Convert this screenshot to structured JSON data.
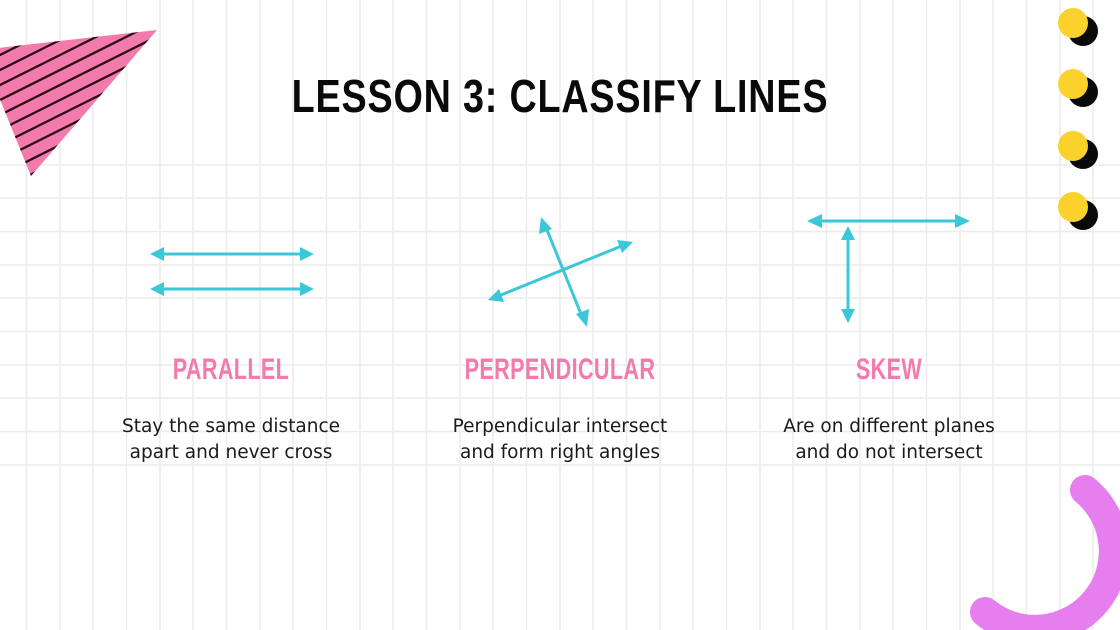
{
  "slide": {
    "title": "LESSON 3: CLASSIFY LINES",
    "colors": {
      "background": "#ffffff",
      "grid": "#ececec",
      "title": "#0a0a0a",
      "label_pink": "#f27aac",
      "arrow_cyan": "#3ac8d8",
      "triangle_pink": "#f27aac",
      "dot_yellow": "#fbd22c",
      "dot_black": "#0a0a0a",
      "arc_violet": "#e77ef0"
    },
    "columns": [
      {
        "label": "PARALLEL",
        "desc_line1": "Stay the same distance",
        "desc_line2": "apart and never cross",
        "icon": "parallel-lines-icon"
      },
      {
        "label": "PERPENDICULAR",
        "desc_line1": "Perpendicular intersect",
        "desc_line2": "and form right angles",
        "icon": "perpendicular-lines-icon"
      },
      {
        "label": "SKEW",
        "desc_line1": "Are on different planes",
        "desc_line2": "and do not intersect",
        "icon": "skew-lines-icon"
      }
    ],
    "decorations": [
      "striped-triangle-icon",
      "yellow-dots-icon",
      "violet-arc-icon"
    ]
  }
}
